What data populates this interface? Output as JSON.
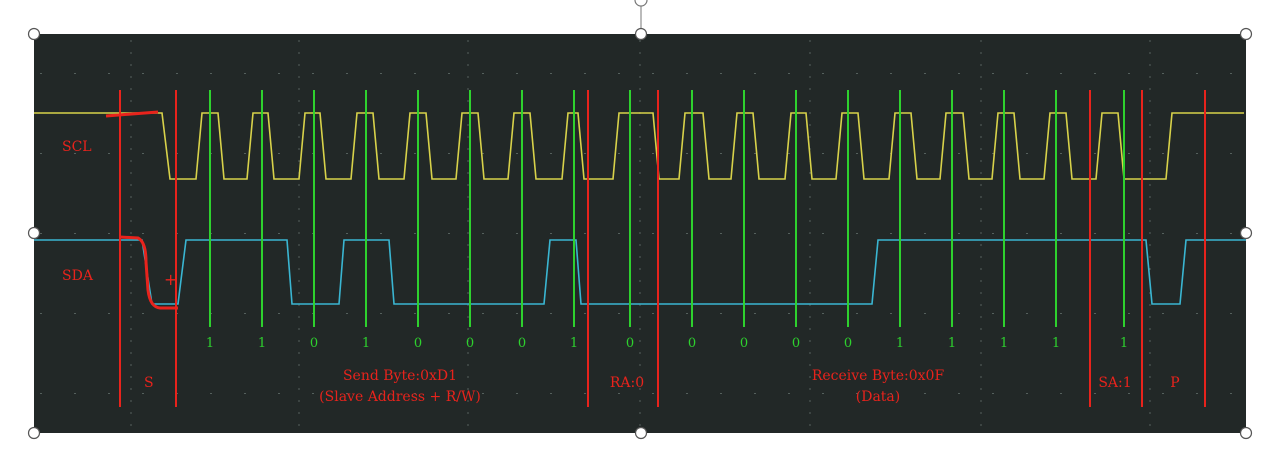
{
  "signals": {
    "scl_label": "SCL",
    "sda_label": "SDA"
  },
  "bits": [
    "1",
    "1",
    "0",
    "1",
    "0",
    "0",
    "0",
    "1",
    "0",
    "0",
    "0",
    "0",
    "0",
    "1",
    "1",
    "1",
    "1",
    "1"
  ],
  "annotations": {
    "start": "S",
    "send_line1": "Send Byte:0xD1",
    "send_line2": "(Slave Address + R/W)",
    "read_ack": "RA:0",
    "recv_line1": "Receive Byte:0x0F",
    "recv_line2": "(Data)",
    "slave_ack": "SA:1",
    "stop": "P"
  },
  "colors": {
    "screen": "#222827",
    "scl": "#d8d24a",
    "sda": "#3ab6d2",
    "marker": "#e8231c",
    "bit_line": "#2ed12e",
    "grid_dot": "#55605d",
    "handle": "#555555"
  }
}
